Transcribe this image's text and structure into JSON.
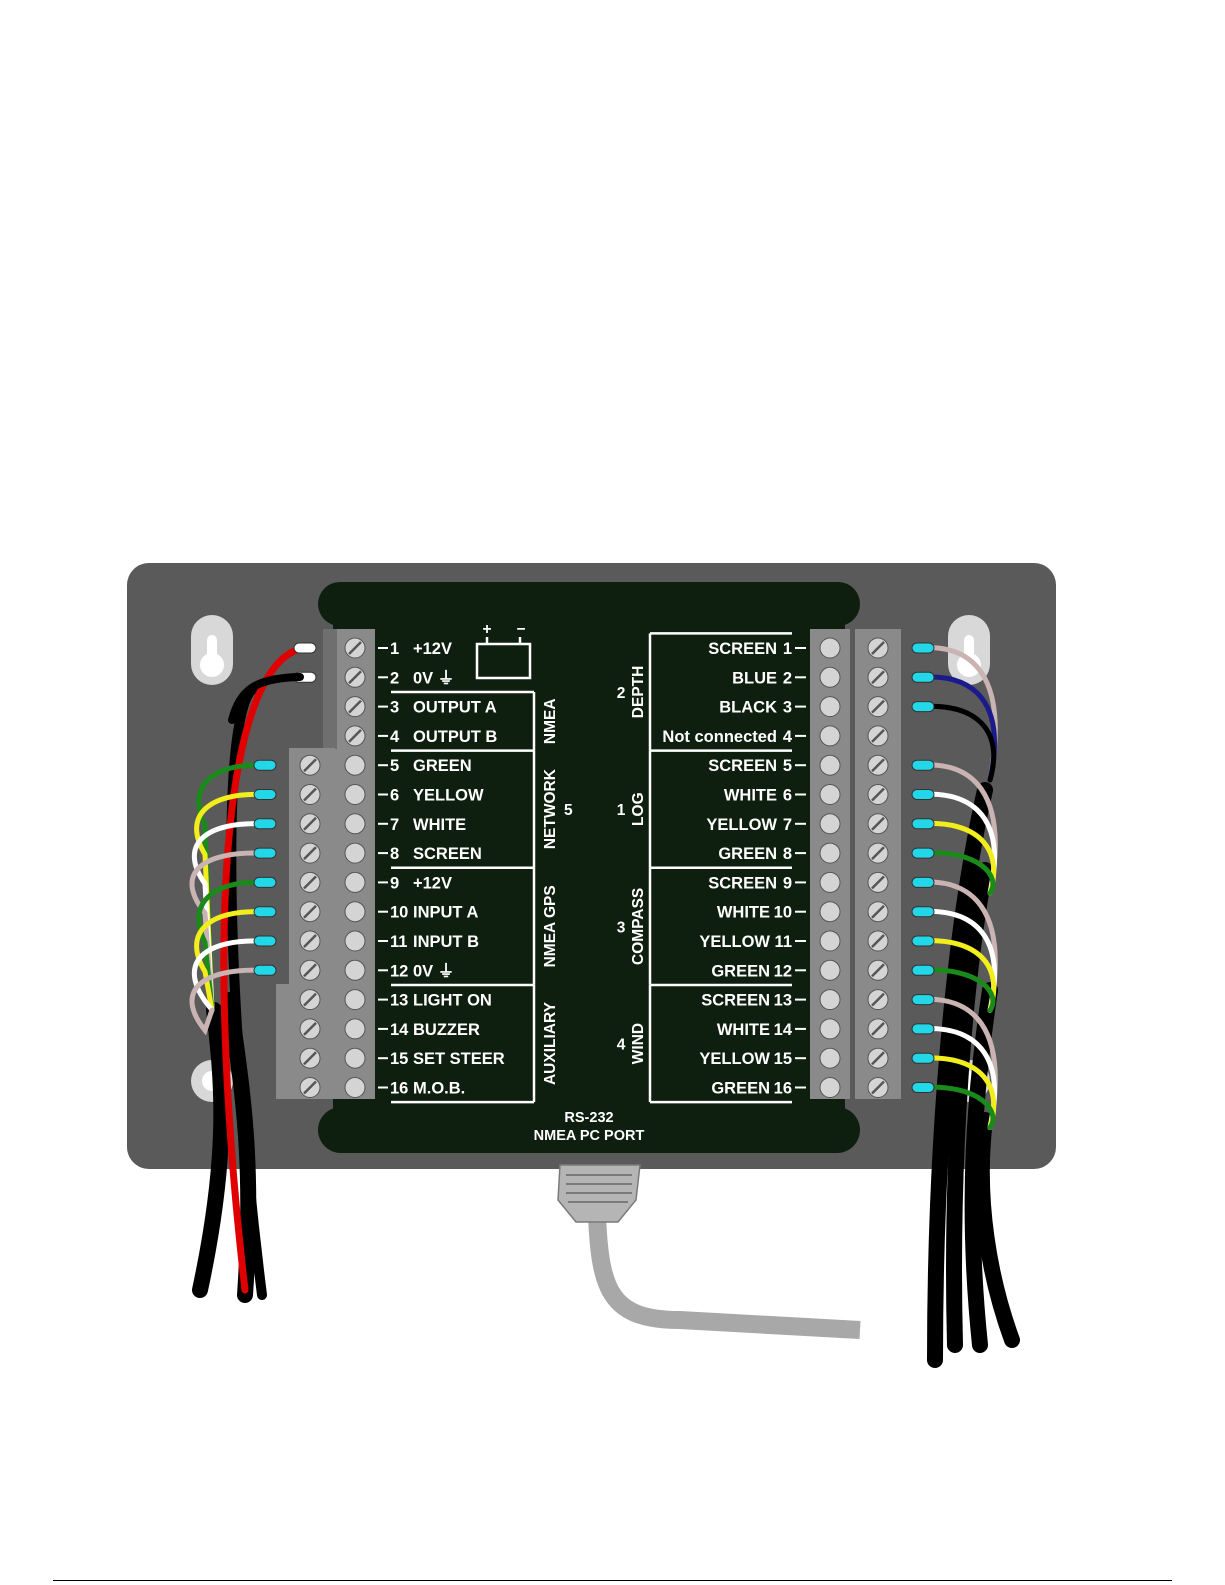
{
  "power_symbol": {
    "plus": "+",
    "minus": "−"
  },
  "left_terminals": [
    {
      "num": "1",
      "label": "+12V"
    },
    {
      "num": "2",
      "label": "0V ⏚"
    },
    {
      "num": "3",
      "label": "OUTPUT A"
    },
    {
      "num": "4",
      "label": "OUTPUT B"
    },
    {
      "num": "5",
      "label": "GREEN"
    },
    {
      "num": "6",
      "label": "YELLOW"
    },
    {
      "num": "7",
      "label": "WHITE"
    },
    {
      "num": "8",
      "label": "SCREEN"
    },
    {
      "num": "9",
      "label": "+12V"
    },
    {
      "num": "10",
      "label": "INPUT A"
    },
    {
      "num": "11",
      "label": "INPUT B"
    },
    {
      "num": "12",
      "label": "0V ⏚"
    },
    {
      "num": "13",
      "label": "LIGHT ON"
    },
    {
      "num": "14",
      "label": "BUZZER"
    },
    {
      "num": "15",
      "label": "SET STEER"
    },
    {
      "num": "16",
      "label": "M.O.B."
    }
  ],
  "left_groups": [
    {
      "name": "NMEA",
      "number": ""
    },
    {
      "name": "NETWORK",
      "number": "5"
    },
    {
      "name": "NMEA GPS",
      "number": ""
    },
    {
      "name": "AUXILIARY",
      "number": ""
    }
  ],
  "right_terminals": [
    {
      "num": "1",
      "label": "SCREEN"
    },
    {
      "num": "2",
      "label": "BLUE"
    },
    {
      "num": "3",
      "label": "BLACK"
    },
    {
      "num": "4",
      "label": "Not connected"
    },
    {
      "num": "5",
      "label": "SCREEN"
    },
    {
      "num": "6",
      "label": "WHITE"
    },
    {
      "num": "7",
      "label": "YELLOW"
    },
    {
      "num": "8",
      "label": "GREEN"
    },
    {
      "num": "9",
      "label": "SCREEN"
    },
    {
      "num": "10",
      "label": "WHITE"
    },
    {
      "num": "11",
      "label": "YELLOW"
    },
    {
      "num": "12",
      "label": "GREEN"
    },
    {
      "num": "13",
      "label": "SCREEN"
    },
    {
      "num": "14",
      "label": "WHITE"
    },
    {
      "num": "15",
      "label": "YELLOW"
    },
    {
      "num": "16",
      "label": "GREEN"
    }
  ],
  "right_groups": [
    {
      "name": "DEPTH",
      "number": "2"
    },
    {
      "name": "LOG",
      "number": "1"
    },
    {
      "name": "COMPASS",
      "number": "3"
    },
    {
      "name": "WIND",
      "number": "4"
    }
  ],
  "pc_port": {
    "line1": "RS-232",
    "line2": "NMEA PC PORT"
  },
  "colors": {
    "panel": "#5a5a5a",
    "board": "#0f1f0f",
    "terminal_block": "#8a8a8a",
    "screw": "#d4d4d4",
    "ferrule": "#22d8e8",
    "wire_red": "#e00000",
    "wire_black": "#000000",
    "wire_green": "#1a8a1a",
    "wire_yellow": "#f2ee1e",
    "wire_white": "#ffffff",
    "wire_screen": "#c9b3b3",
    "wire_blue": "#1a1a8a",
    "cable_grey": "#a8a8a8"
  }
}
